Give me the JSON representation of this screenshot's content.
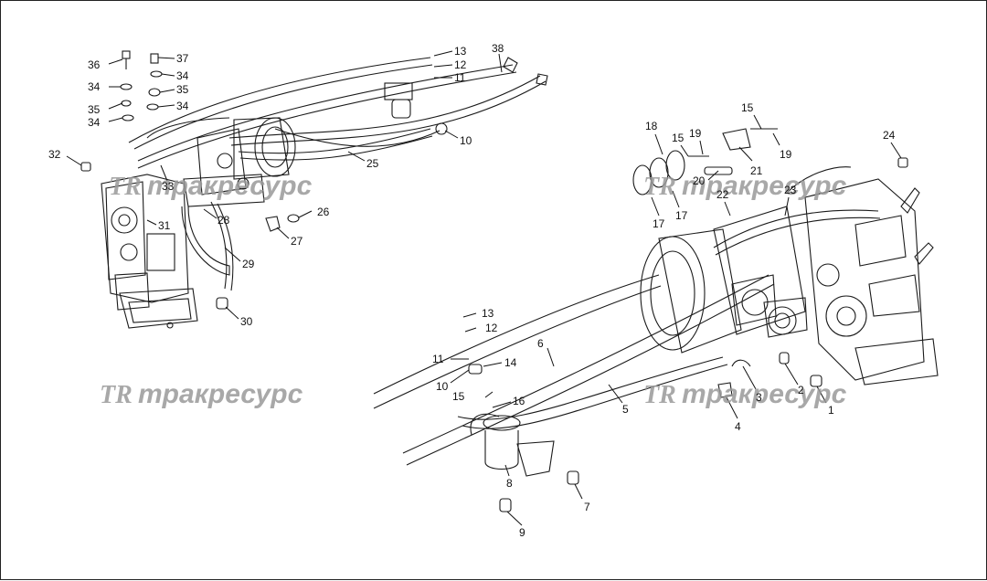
{
  "watermark": {
    "logo": "TR",
    "text": "тракресурс"
  },
  "callouts": {
    "c1": "1",
    "c2": "2",
    "c3": "3",
    "c4": "4",
    "c5": "5",
    "c6": "6",
    "c7": "7",
    "c8": "8",
    "c9": "9",
    "c10a": "10",
    "c10b": "10",
    "c11a": "11",
    "c11b": "11",
    "c12a": "12",
    "c12b": "12",
    "c13a": "13",
    "c13b": "13",
    "c14": "14",
    "c15a": "15",
    "c15b": "15",
    "c15c": "15",
    "c16": "16",
    "c17a": "17",
    "c17b": "17",
    "c18": "18",
    "c19a": "19",
    "c19b": "19",
    "c20": "20",
    "c21": "21",
    "c22": "22",
    "c23": "23",
    "c24": "24",
    "c25": "25",
    "c26": "26",
    "c27": "27",
    "c28": "28",
    "c29": "29",
    "c30": "30",
    "c31": "31",
    "c32": "32",
    "c33": "33",
    "c34a": "34",
    "c34b": "34",
    "c34c": "34",
    "c34d": "34",
    "c35a": "35",
    "c35b": "35",
    "c36": "36",
    "c37": "37",
    "c38": "38"
  }
}
